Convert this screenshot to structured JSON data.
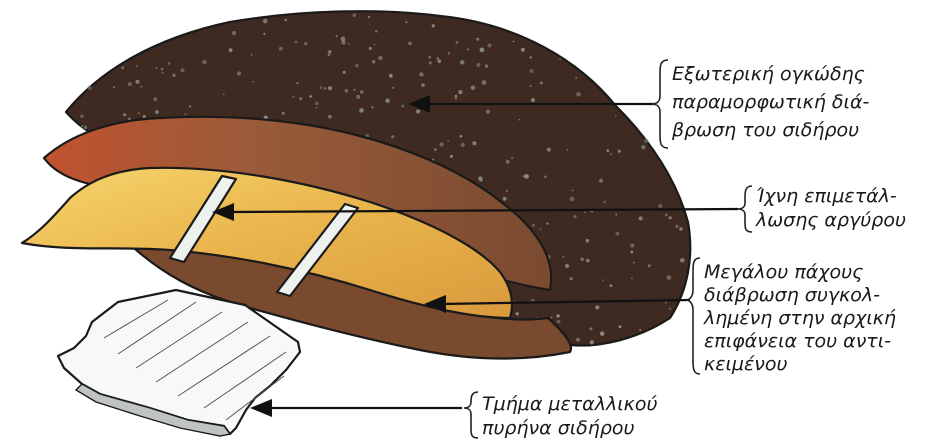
{
  "diagram": {
    "labels": [
      {
        "id": "outer-corrosion",
        "lines": [
          "Εξωτερική ογκώδης",
          "παραμορφωτική διά-",
          "βρωση του σιδήρου"
        ]
      },
      {
        "id": "silver-plating",
        "lines": [
          "Ίχνη επιμετάλ-",
          "λωσης αργύρου"
        ]
      },
      {
        "id": "thick-corrosion",
        "lines": [
          "Μεγάλου πάχους",
          "διάβρωση συγκολ-",
          "λημένη στην αρχική",
          "επιφάνεια του αντι-",
          "κειμένου"
        ]
      },
      {
        "id": "metal-core",
        "lines": [
          "Τμήμα μεταλλικού",
          "πυρήνα σιδήρου"
        ]
      }
    ],
    "colors": {
      "outer_crust": "#3f2a21",
      "speckle": "#8a8f86",
      "rust_layer": "#b85a38",
      "brown_layer": "#8a5334",
      "inner_brown": "#6b3f27",
      "original_surface": "#e9b24a",
      "original_surface_light": "#f4cf6a",
      "silver_trace": "#eef2ee",
      "metal_core": "#f7f8f8",
      "ink": "#1a1a1a"
    }
  }
}
